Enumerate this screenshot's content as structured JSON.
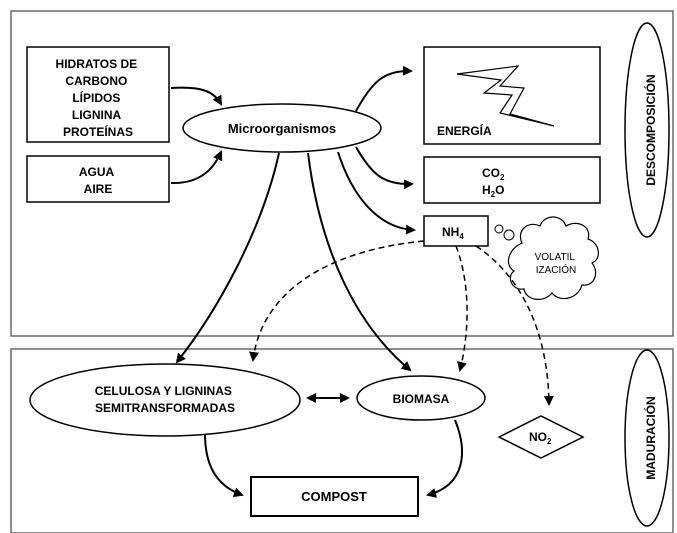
{
  "phases": {
    "decomposition": "DESCOMPOSICIÓN",
    "maturation": "MADURACIÓN"
  },
  "inputs": {
    "organic": [
      "HIDRATOS DE",
      "CARBONO",
      "LÍPIDOS",
      "LIGNINA",
      "PROTEÍNAS"
    ],
    "environment": [
      "AGUA",
      "AIRE"
    ]
  },
  "nodes": {
    "microorganisms": "Microorganismos",
    "energy": "ENERGÍA",
    "co2": "CO",
    "co2_sub": "2",
    "h2o": "H",
    "h2o_sub": "2",
    "h2o_tail": "O",
    "nh4": "NH",
    "nh4_sub": "4",
    "volatilization": [
      "VOLATIL",
      "IZACIÓN"
    ],
    "cellulose": [
      "CELULOSA Y LIGNINAS",
      "SEMITRANSFORMADAS"
    ],
    "biomass": "BIOMASA",
    "no2": "NO",
    "no2_sub": "2",
    "compost": "COMPOST"
  },
  "colors": {
    "stroke": "#000000",
    "background": "#ffffff",
    "frame": "#555555"
  }
}
